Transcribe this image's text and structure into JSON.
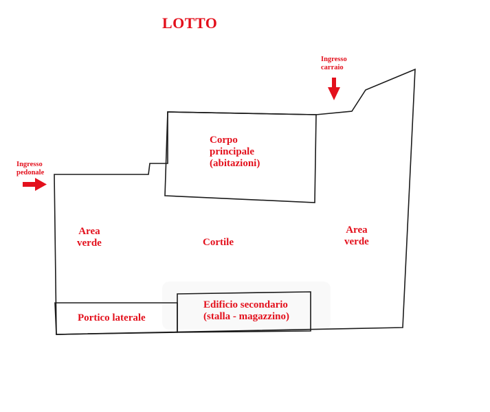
{
  "title": "LOTTO",
  "entrances": {
    "carraio": {
      "line1": "Ingresso",
      "line2": "carraio"
    },
    "pedonale": {
      "line1": "Ingresso",
      "line2": "pedonale"
    }
  },
  "areas": {
    "corpo_principale": {
      "line1": "Corpo",
      "line2": "principale",
      "line3": "(abitazioni)"
    },
    "area_verde_left": {
      "line1": "Area",
      "line2": "verde"
    },
    "area_verde_right": {
      "line1": "Area",
      "line2": "verde"
    },
    "cortile": "Cortile",
    "portico_laterale": "Portico laterale",
    "edificio_secondario": {
      "line1": "Edificio secondario",
      "line2": "(stalla - magazzino)"
    }
  },
  "colors": {
    "label": "#e3101c",
    "line": "#1a1a1a",
    "arrow": "#e3101c"
  },
  "icons": {
    "arrow_down": "arrow-down-icon",
    "arrow_right": "arrow-right-icon"
  }
}
